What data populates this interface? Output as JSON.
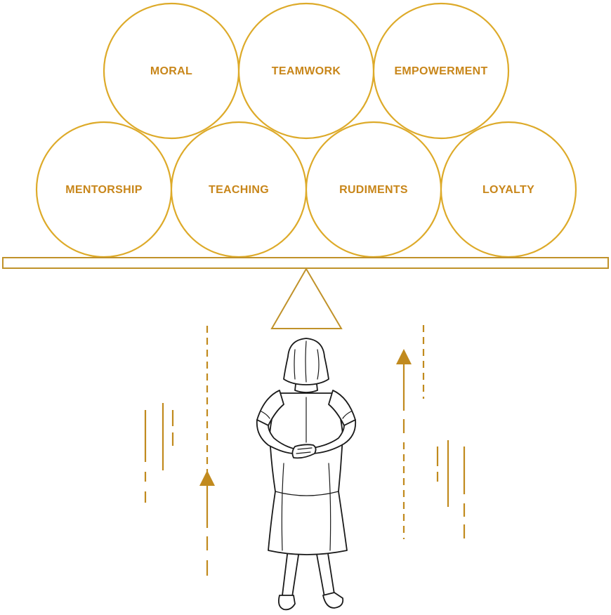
{
  "colors": {
    "circle_stroke": "#ddaa29",
    "label_text": "#c8861a",
    "beam_stroke": "#c0922a",
    "line_color": "#c18a1e",
    "figure_stroke": "#1a1a1a"
  },
  "top_row": [
    {
      "label": "MORAL"
    },
    {
      "label": "TEAMWORK"
    },
    {
      "label": "EMPOWERMENT"
    }
  ],
  "bottom_row": [
    {
      "label": "MENTORSHIP"
    },
    {
      "label": "TEACHING"
    },
    {
      "label": "RUDIMENTS"
    },
    {
      "label": "LOYALTY"
    }
  ],
  "illustration": {
    "subject": "woman-standing-back-view",
    "arrow_icon": "arrow-up-icon"
  }
}
